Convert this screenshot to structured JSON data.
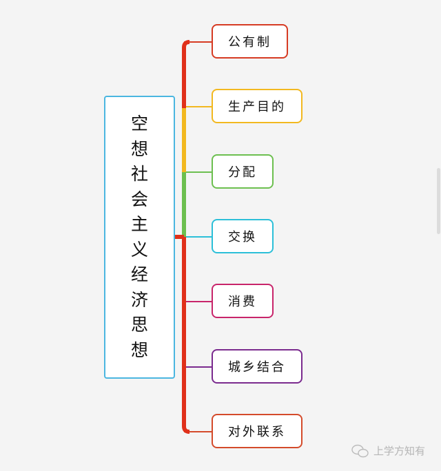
{
  "root": {
    "label": [
      "空",
      "想",
      "社",
      "会",
      "主",
      "义",
      "经",
      "济",
      "思",
      "想"
    ],
    "color": "#4ab6e0"
  },
  "branches": [
    {
      "label": "公有制",
      "color": "#d63a22"
    },
    {
      "label": "生产目的",
      "color": "#f2b81f"
    },
    {
      "label": "分配",
      "color": "#6cbf4f"
    },
    {
      "label": "交换",
      "color": "#2bbfd8"
    },
    {
      "label": "消费",
      "color": "#c8246a"
    },
    {
      "label": "城乡结合",
      "color": "#7a2a8e"
    },
    {
      "label": "对外联系",
      "color": "#d44a2a"
    }
  ],
  "trunk_color": "#e0301a",
  "watermark": "上学方知有"
}
